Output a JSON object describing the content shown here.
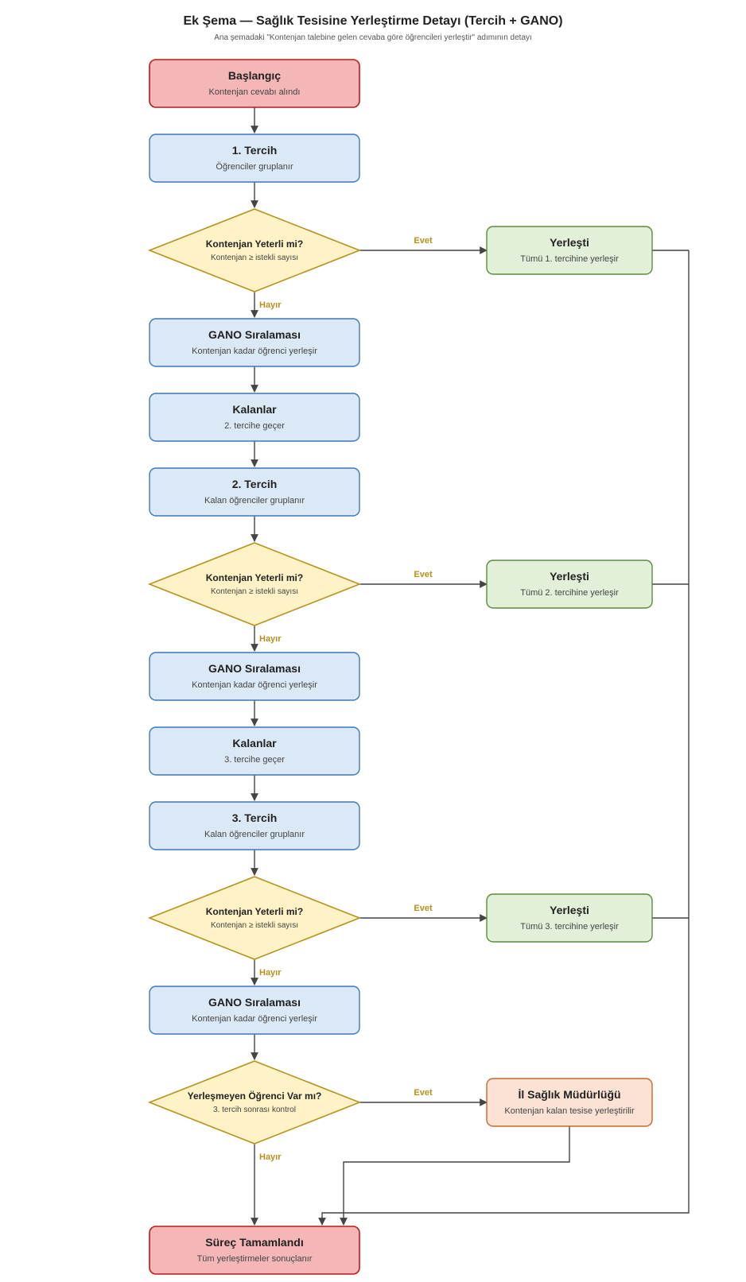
{
  "title": "Ek Şema — Sağlık Tesisine Yerleştirme Detayı (Tercih + GANO)",
  "subtitle": "Ana şemadaki \"Kontenjan talebine gelen cevaba göre öğrencileri yerleştir\" adımının detayı",
  "colors": {
    "terminal_fill": "#f4b6b6",
    "terminal_stroke": "#b71c1c",
    "process_fill": "#dbe9f6",
    "process_stroke": "#3d79b5",
    "decision_fill": "#fff2c6",
    "decision_stroke": "#b8921c",
    "success_fill": "#e2f0d9",
    "success_stroke": "#5a8a3c",
    "orange_fill": "#fbe2d5",
    "orange_stroke": "#c7682c",
    "edge_label": "#b8901a",
    "connector": "#444444"
  },
  "nodes": {
    "start": {
      "title": "Başlangıç",
      "subtitle": "Kontenjan cevabı alındı"
    },
    "pref1": {
      "title": "1. Tercih",
      "subtitle": "Öğrenciler gruplanır"
    },
    "dec1": {
      "title": "Kontenjan Yeterli mi?",
      "subtitle": "Kontenjan ≥ istekli sayısı"
    },
    "placed1": {
      "title": "Yerleşti",
      "subtitle": "Tümü 1. tercihine yerleşir"
    },
    "gano1": {
      "title": "GANO Sıralaması",
      "subtitle": "Kontenjan kadar öğrenci yerleşir"
    },
    "rem1": {
      "title": "Kalanlar",
      "subtitle": "2. tercihe geçer"
    },
    "pref2": {
      "title": "2. Tercih",
      "subtitle": "Kalan öğrenciler gruplanır"
    },
    "dec2": {
      "title": "Kontenjan Yeterli mi?",
      "subtitle": "Kontenjan ≥ istekli sayısı"
    },
    "placed2": {
      "title": "Yerleşti",
      "subtitle": "Tümü 2. tercihine yerleşir"
    },
    "gano2": {
      "title": "GANO Sıralaması",
      "subtitle": "Kontenjan kadar öğrenci yerleşir"
    },
    "rem2": {
      "title": "Kalanlar",
      "subtitle": "3. tercihe geçer"
    },
    "pref3": {
      "title": "3. Tercih",
      "subtitle": "Kalan öğrenciler gruplanır"
    },
    "dec3": {
      "title": "Kontenjan Yeterli mi?",
      "subtitle": "Kontenjan ≥ istekli sayısı"
    },
    "placed3": {
      "title": "Yerleşti",
      "subtitle": "Tümü 3. tercihine yerleşir"
    },
    "gano3": {
      "title": "GANO Sıralaması",
      "subtitle": "Kontenjan kadar öğrenci yerleşir"
    },
    "dec4": {
      "title": "Yerleşmeyen Öğrenci Var mı?",
      "subtitle": "3. tercih sonrası kontrol"
    },
    "il": {
      "title": "İl Sağlık Müdürlüğü",
      "subtitle": "Kontenjan kalan tesise yerleştirilir"
    },
    "end": {
      "title": "Süreç Tamamlandı",
      "subtitle": "Tüm yerleştirmeler sonuçlanır"
    }
  },
  "edge_labels": {
    "yes": "Evet",
    "no": "Hayır"
  }
}
